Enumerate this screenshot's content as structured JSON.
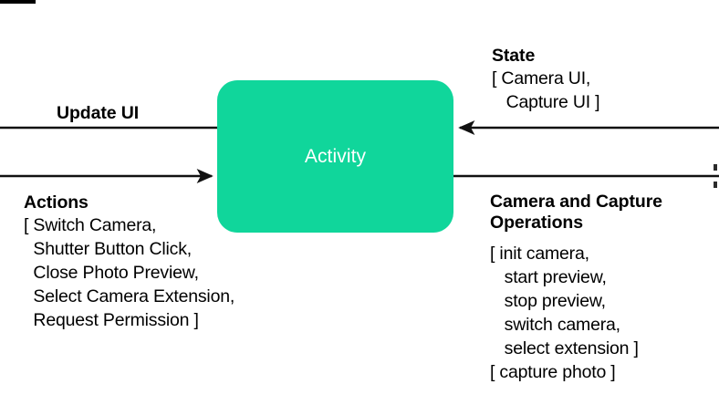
{
  "diagram": {
    "title": "Activity camera state/action flow",
    "background": "#ffffff",
    "node": {
      "label": "Activity",
      "fill": "#10d69b",
      "text_color": "#ffffff",
      "shape": "rounded-rectangle"
    },
    "edges": [
      {
        "id": "update-ui",
        "label": "Update UI",
        "direction": "left",
        "has_arrowhead": false,
        "stroke": "#000000"
      },
      {
        "id": "actions",
        "label": "Actions",
        "direction": "right",
        "has_arrowhead": true,
        "stroke": "#000000"
      },
      {
        "id": "state",
        "label": "State",
        "direction": "left",
        "has_arrowhead": true,
        "stroke": "#000000"
      },
      {
        "id": "camera-capture-operations",
        "label": "Camera and Capture Operations",
        "direction": "right",
        "has_arrowhead": false,
        "stroke": "#000000"
      }
    ],
    "labels": {
      "update_ui": "Update UI",
      "actions_heading": "Actions",
      "actions_list": "[ Switch Camera,\n  Shutter Button Click,\n  Close Photo Preview,\n  Select Camera Extension,\n  Request Permission ]",
      "state_heading": "State",
      "state_list": "[ Camera UI,\n   Capture UI ]",
      "operations_heading": "Camera and Capture Operations",
      "operations_list": "[ init camera,\n   start preview,\n   stop preview,\n   switch camera,\n   select extension ]\n[ capture photo ]"
    }
  }
}
